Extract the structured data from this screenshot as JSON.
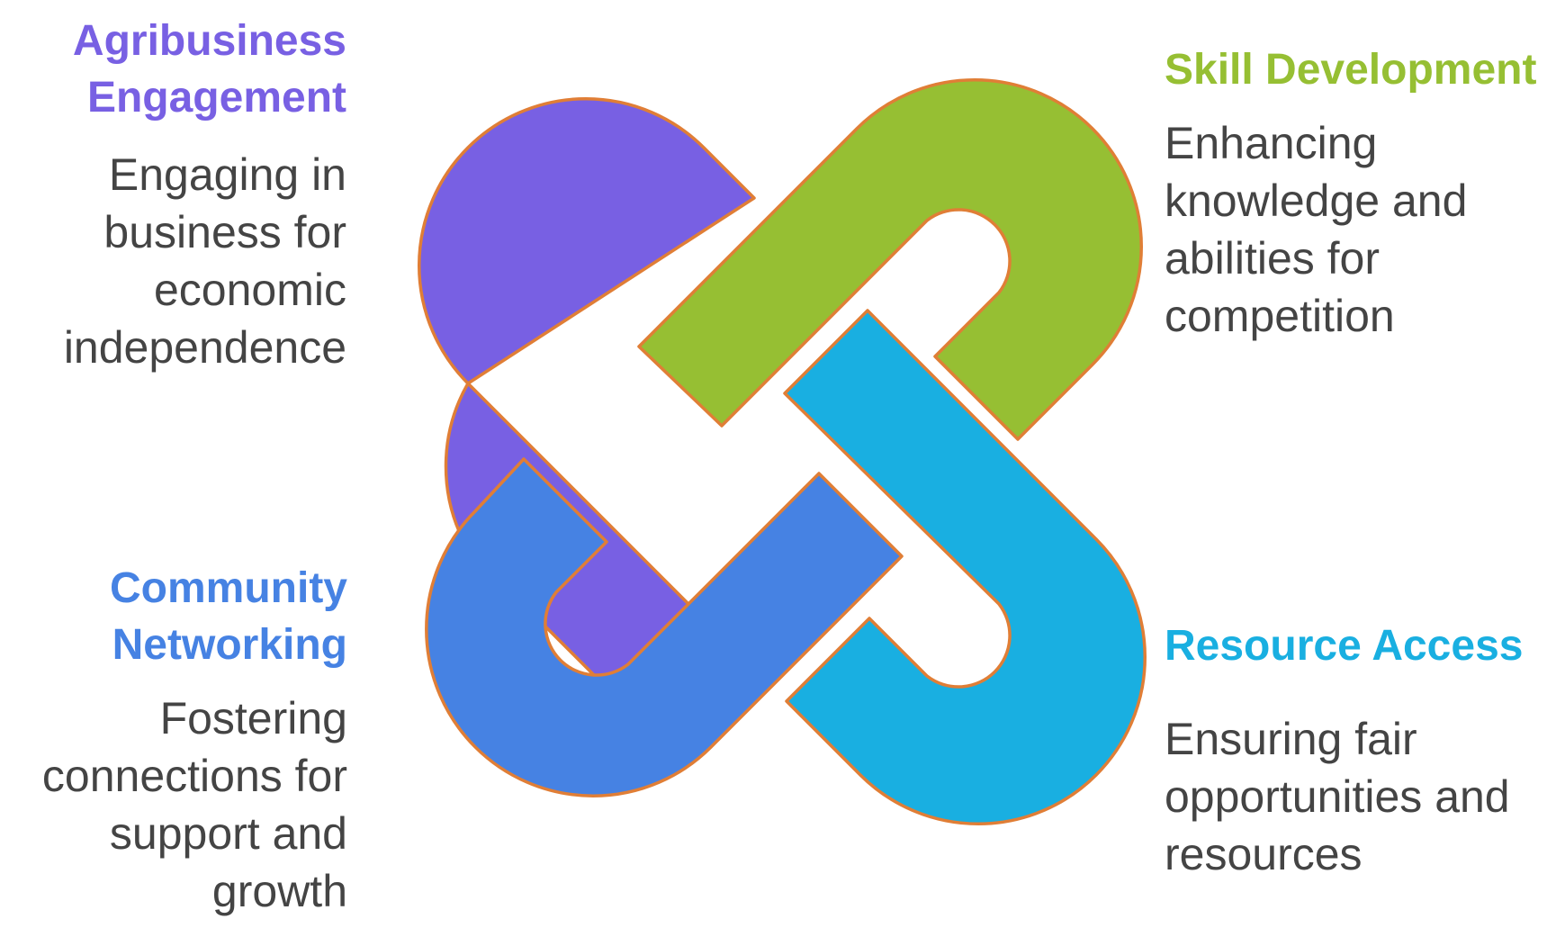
{
  "items": [
    {
      "id": "agribusiness",
      "title": "Agribusiness Engagement",
      "title_lines": [
        "Agribusiness",
        "Engagement"
      ],
      "description_lines": [
        "Engaging in",
        "business for",
        "economic",
        "independence"
      ],
      "color": "#7860E3"
    },
    {
      "id": "skill",
      "title": "Skill Development",
      "title_lines": [
        "Skill Development"
      ],
      "description_lines": [
        "Enhancing",
        "knowledge and",
        "abilities for",
        "competition"
      ],
      "color": "#96BF33"
    },
    {
      "id": "community",
      "title": "Community Networking",
      "title_lines": [
        "Community",
        "Networking"
      ],
      "description_lines": [
        "Fostering",
        "connections for",
        "support and",
        "growth"
      ],
      "color": "#4682E3"
    },
    {
      "id": "resource",
      "title": "Resource Access",
      "title_lines": [
        "Resource Access"
      ],
      "description_lines": [
        "Ensuring fair",
        "opportunities and",
        "resources"
      ],
      "color": "#19AFE1"
    }
  ],
  "outline_color": "#E07E36",
  "text_color": "#444444"
}
